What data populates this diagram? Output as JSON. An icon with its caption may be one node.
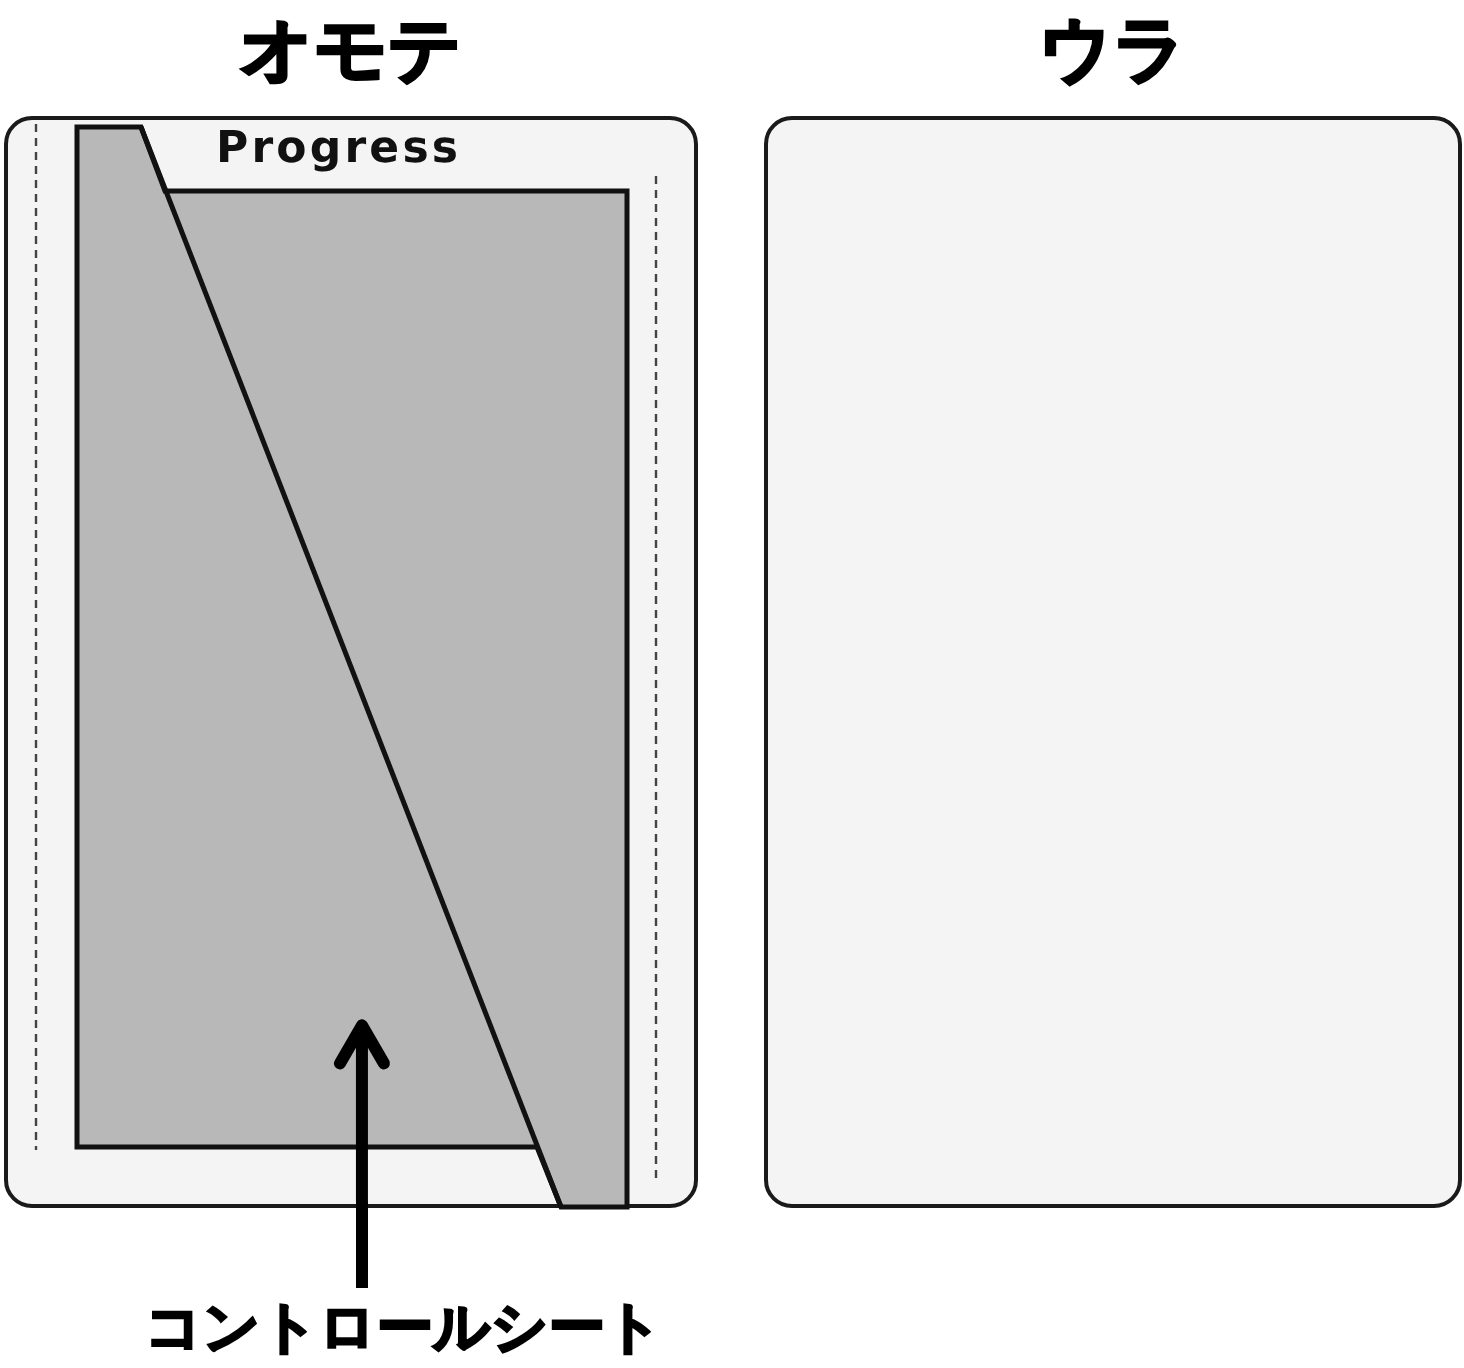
{
  "diagram": {
    "nodes": [
      {
        "text": [
          "オモテ",
          "Progress"
        ]
      },
      {
        "text": [],
        "shape": "polygon",
        "in": 0
      },
      {
        "text": [
          "ウラ"
        ]
      },
      {
        "text": [
          "コントロールシート"
        ]
      }
    ],
    "edges": [
      {
        "from": 3,
        "to": 1,
        "arrow": "to"
      }
    ]
  }
}
